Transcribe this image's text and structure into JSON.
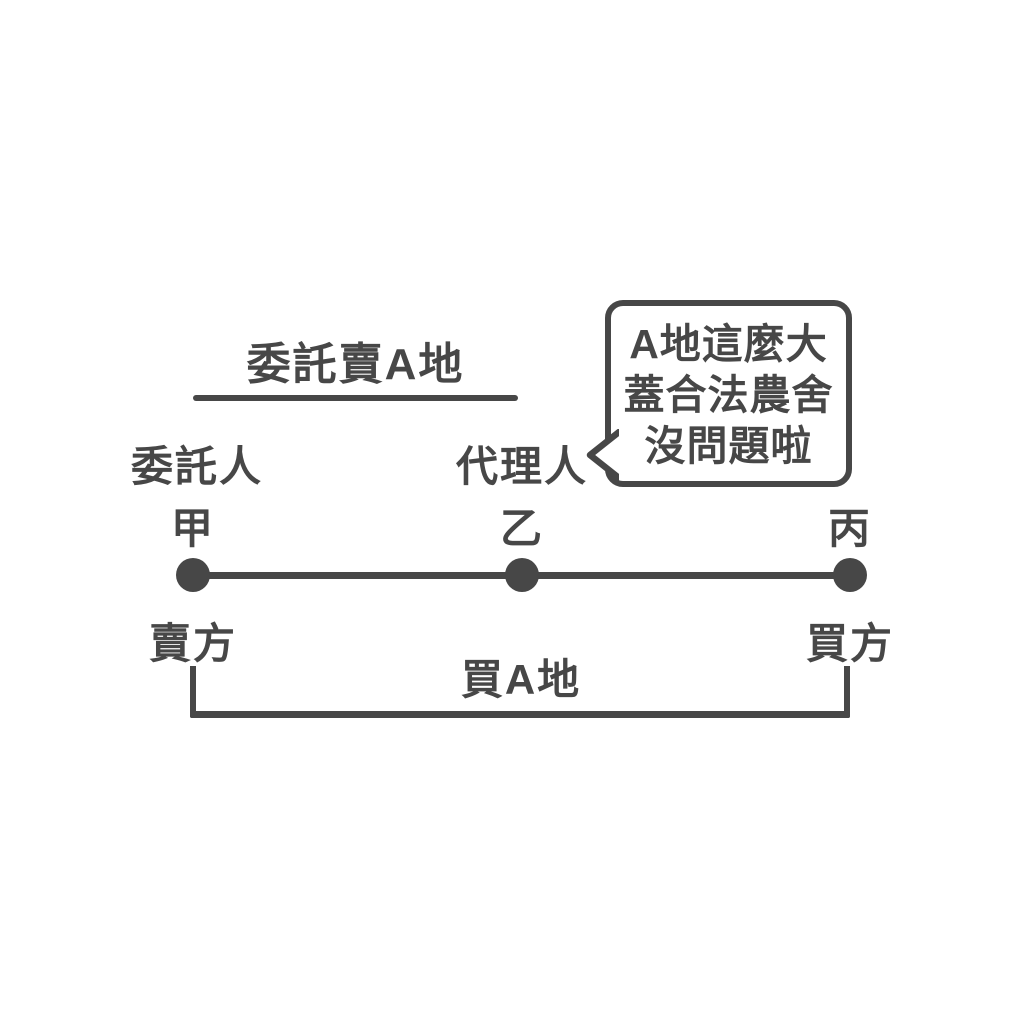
{
  "diagram": {
    "title_label": "委託賣A地",
    "roles": {
      "principal": "委託人",
      "agent": "代理人"
    },
    "parties": {
      "a": "甲",
      "b": "乙",
      "c": "丙"
    },
    "positions": {
      "seller": "賣方",
      "buyer": "買方"
    },
    "transaction_label": "買A地",
    "speech_bubble": {
      "line1": "A地這麼大",
      "line2": "蓋合法農舍",
      "line3": "沒問題啦"
    },
    "colors": {
      "ink": "#474747",
      "background": "#ffffff"
    }
  }
}
